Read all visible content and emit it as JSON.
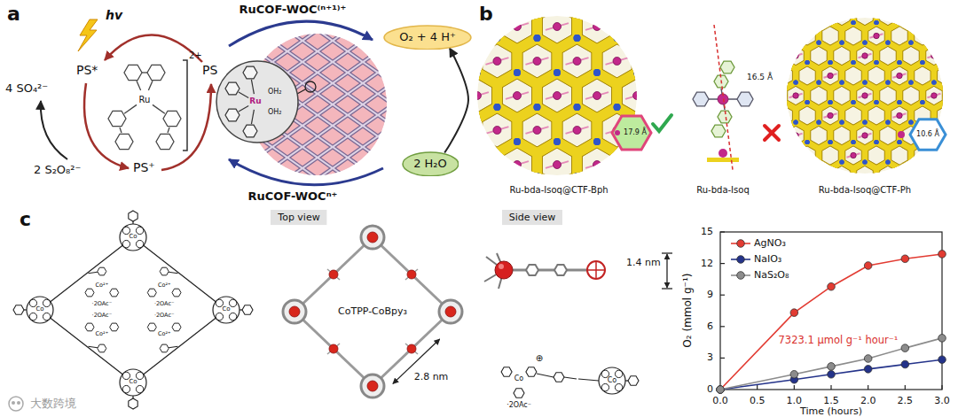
{
  "diagram": {
    "nodes": [
      {
        "text": [
          "O₂ + 4 H⁺"
        ]
      },
      {
        "text": [
          "2 H₂O"
        ]
      },
      {
        "text": [
          "Top view"
        ]
      },
      {
        "text": [
          "Side view"
        ]
      }
    ],
    "edges": [
      {
        "from": 1,
        "to": 0,
        "arrow": "to"
      }
    ],
    "labels": [
      "a",
      "hv",
      "4 SO₄²⁻",
      "PS*",
      "2+",
      "Ru",
      "PS",
      "PS⁺",
      "2 S₂O₈²⁻",
      "RuCOF-WOC⁽ⁿ⁺¹⁾⁺",
      "RuCOF-WOCⁿ⁺",
      "Ru",
      "OH₂",
      "OH₂",
      "b",
      "17.9 Å",
      "16.5 Å",
      "10.6 Å",
      "Ru-bda-Isoq@CTF-Bph",
      "Ru-bda-Isoq",
      "Ru-bda-Isoq@CTF-Ph",
      "c",
      "Co",
      "Co",
      "Co",
      "Co",
      "Co²⁺",
      "Co²⁺",
      "Co²⁺",
      "Co²⁺",
      "·2OAc⁻",
      "·2OAc⁻",
      "·2OAc⁻",
      "·2OAc⁻",
      "CoTPP-CoBpy₃",
      "2.8 nm",
      "1.4 nm",
      "Co",
      "⊕",
      "·2OAc⁻",
      "Co",
      "0",
      "3",
      "6",
      "9",
      "12",
      "15",
      "0.0",
      "0.5",
      "1.0",
      "1.5",
      "2.0",
      "2.5",
      "3.0",
      "Time (hours)",
      "O₂ (mmol g⁻¹)",
      "7323.1 μmol g⁻¹ hour⁻¹",
      "大数跨境"
    ],
    "legend": [
      {
        "text": "AgNO₃"
      },
      {
        "text": "NaIO₃"
      },
      {
        "text": "NaS₂O₈"
      }
    ]
  }
}
